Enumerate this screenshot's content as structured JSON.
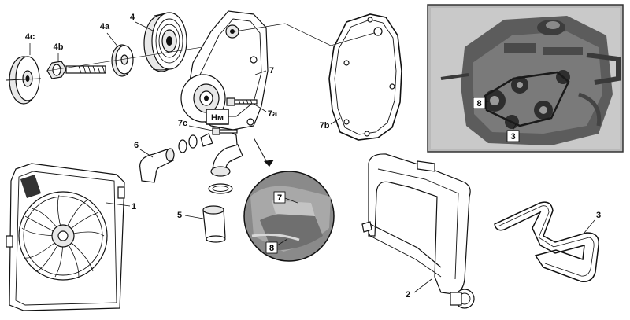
{
  "diagram": {
    "labels": {
      "l4c": "4c",
      "l4b": "4b",
      "l4a": "4a",
      "l4": "4",
      "l7": "7",
      "l7a": "7a",
      "l7b": "7b",
      "l7c": "7c",
      "l6": "6",
      "l5": "5",
      "l1": "1",
      "l2": "2",
      "l3": "3",
      "torque": "Нм",
      "detail7": "7",
      "detail8": "8",
      "photo8": "8",
      "photo3": "3"
    }
  }
}
